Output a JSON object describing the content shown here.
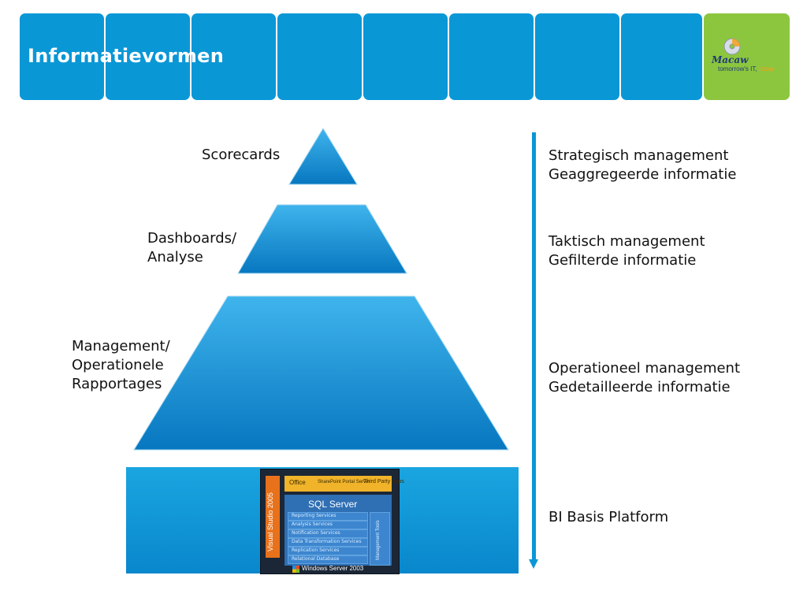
{
  "header": {
    "title": "Informatievormen",
    "segments": 8,
    "color": "#0a97d6"
  },
  "logo": {
    "name": "Macaw",
    "tagline": "tomorrow's IT,",
    "tagline_highlight": "today",
    "bg": "#8cc63f"
  },
  "pyramid": {
    "levels": [
      {
        "label": "Scorecards"
      },
      {
        "label_lines": [
          "Dashboards/",
          "Analyse"
        ]
      },
      {
        "label_lines": [
          "Management/",
          "Operationele",
          "Rapportages"
        ]
      }
    ]
  },
  "right_labels": [
    {
      "line1": "Strategisch management",
      "line2": "Geaggregeerde informatie"
    },
    {
      "line1": "Taktisch management",
      "line2": "Gefilterde informatie"
    },
    {
      "line1": "Operationeel management",
      "line2": "Gedetailleerde informatie"
    },
    {
      "line1": "BI Basis Platform"
    }
  ],
  "platform": {
    "visual_studio": "Visual Studio 2005",
    "office": "Office",
    "sharepoint": "SharePoint Portal Server",
    "third_party": "Third Party Apps",
    "sql_server": "SQL Server",
    "services": [
      "Reporting Services",
      "Analysis Services",
      "Notification Services",
      "Data Transformation Services",
      "Replication Services",
      "Relational Database"
    ],
    "management_tools": "Management Tools",
    "windows_server": "Windows Server 2003"
  },
  "colors": {
    "accent": "#0a97d6",
    "pyramid_top": "#3fb4ec",
    "pyramid_bottom": "#0777c0"
  }
}
